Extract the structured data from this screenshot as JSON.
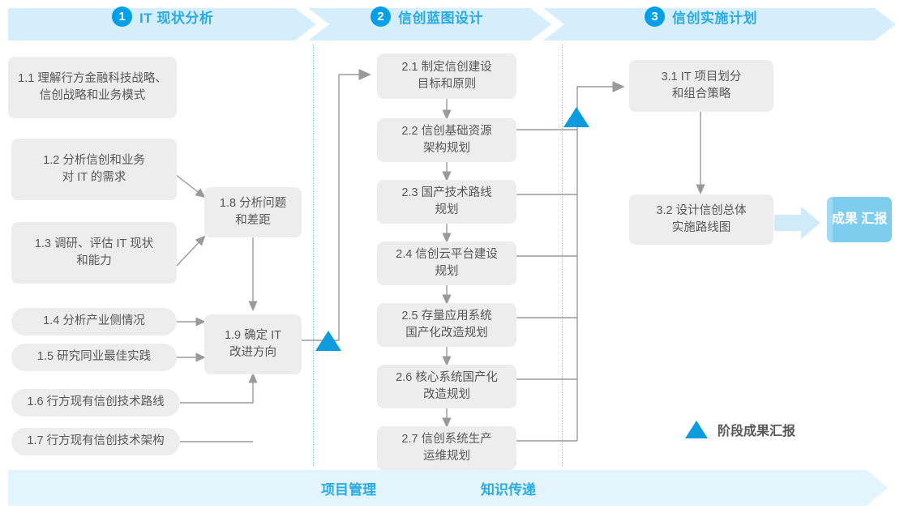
{
  "phases": [
    {
      "number": "1",
      "title": "IT 现状分析"
    },
    {
      "number": "2",
      "title": "信创蓝图设计"
    },
    {
      "number": "3",
      "title": "信创实施计划"
    }
  ],
  "phase1_boxes": [
    {
      "id": "1.1",
      "line1": "1.1 理解行方金融科技战略、",
      "line2": "信创战略和业务模式"
    },
    {
      "id": "1.2",
      "line1": "1.2 分析信创和业务",
      "line2": "对 IT 的需求"
    },
    {
      "id": "1.3",
      "line1": "1.3 调研、评估 IT 现状",
      "line2": "和能力"
    },
    {
      "id": "1.4",
      "line1": "1.4 分析产业侧情况",
      "line2": ""
    },
    {
      "id": "1.5",
      "line1": "1.5 研究同业最佳实践",
      "line2": ""
    },
    {
      "id": "1.6",
      "line1": "1.6 行方现有信创技术路线",
      "line2": ""
    },
    {
      "id": "1.7",
      "line1": "1.7 行方现有信创技术架构",
      "line2": ""
    },
    {
      "id": "1.8",
      "line1": "1.8 分析问题",
      "line2": "和差距"
    },
    {
      "id": "1.9",
      "line1": "1.9 确定 IT",
      "line2": "改进方向"
    }
  ],
  "phase2_boxes": [
    {
      "id": "2.1",
      "line1": "2.1 制定信创建设",
      "line2": "目标和原则"
    },
    {
      "id": "2.2",
      "line1": "2.2 信创基础资源",
      "line2": "架构规划"
    },
    {
      "id": "2.3",
      "line1": "2.3 国产技术路线",
      "line2": "规划"
    },
    {
      "id": "2.4",
      "line1": "2.4 信创云平台建设",
      "line2": "规划"
    },
    {
      "id": "2.5",
      "line1": "2.5 存量应用系统",
      "line2": "国产化改造规划"
    },
    {
      "id": "2.6",
      "line1": "2.6 核心系统国产化",
      "line2": "改造规划"
    },
    {
      "id": "2.7",
      "line1": "2.7 信创系统生产",
      "line2": "运维规划"
    }
  ],
  "phase3_boxes": [
    {
      "id": "3.1",
      "line1": "3.1 IT 项目划分",
      "line2": "和组合策略"
    },
    {
      "id": "3.2",
      "line1": "3.2 设计信创总体",
      "line2": "实施路线图"
    }
  ],
  "result": {
    "line1": "成果",
    "line2": "汇报"
  },
  "legend": {
    "label": "阶段成果汇报"
  },
  "footer": {
    "left_label": "项目管理",
    "right_label": "知识传递"
  },
  "colors": {
    "brand_blue": "#00A0E9",
    "title_blue": "#29ABE2",
    "band_blue": "#D6EEFB",
    "footer_blue": "#E4F4FC",
    "box_gray": "#EDEDED",
    "text_gray": "#595757",
    "result_blue": "#7FCDEE",
    "triangle_blue": "#0E9BDD",
    "connector_gray": "#9A9A9A"
  }
}
